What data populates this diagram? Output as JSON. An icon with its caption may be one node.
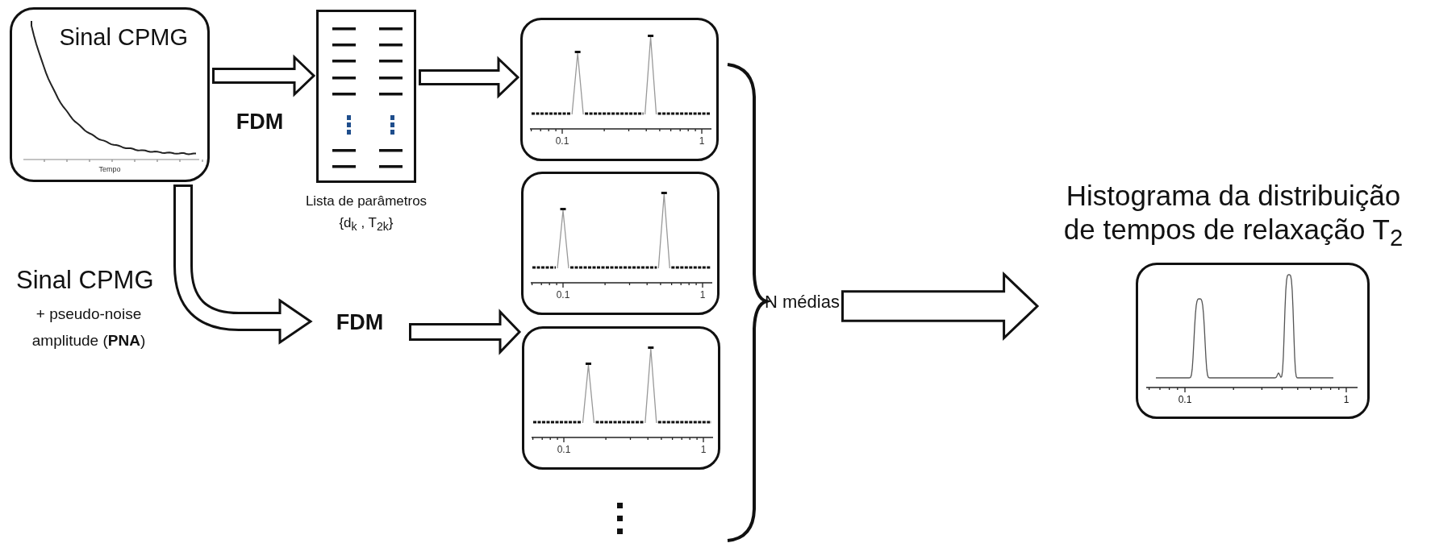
{
  "diagram": {
    "nodes": [
      {
        "text": [
          "Sinal CPMG",
          "Tempo"
        ]
      },
      {
        "text": [],
        "shape": "box",
        "beside": [
          "Lista de parâmetros",
          "{d$_{k}$ , T$_{2k}$}"
        ]
      },
      {
        "text": [
          "FDM"
        ]
      },
      {
        "text": [
          "0.1",
          "1"
        ]
      },
      {
        "text": [
          "0.1",
          "1"
        ]
      },
      {
        "text": [
          "0.1",
          "1"
        ]
      },
      {
        "text": [
          "N médias"
        ]
      },
      {
        "text": [
          "Histograma da distribuição de tempos de relaxação T$_{2}$",
          "0.1",
          "1"
        ]
      }
    ],
    "edges": [
      {
        "from": 0,
        "to": 1,
        "arrow": "to",
        "label": "FDM"
      },
      {
        "from": 1,
        "to": 3,
        "arrow": "to"
      },
      {
        "from": 0,
        "to": 2,
        "arrow": "to"
      },
      {
        "from": 2,
        "to": 5,
        "arrow": "to"
      },
      {
        "from": 6,
        "to": 7,
        "arrow": "to",
        "style": "thick"
      }
    ],
    "labels": [
      "Sinal CPMG",
      "+ pseudo-noise amplitude (**PNA**)"
    ]
  }
}
